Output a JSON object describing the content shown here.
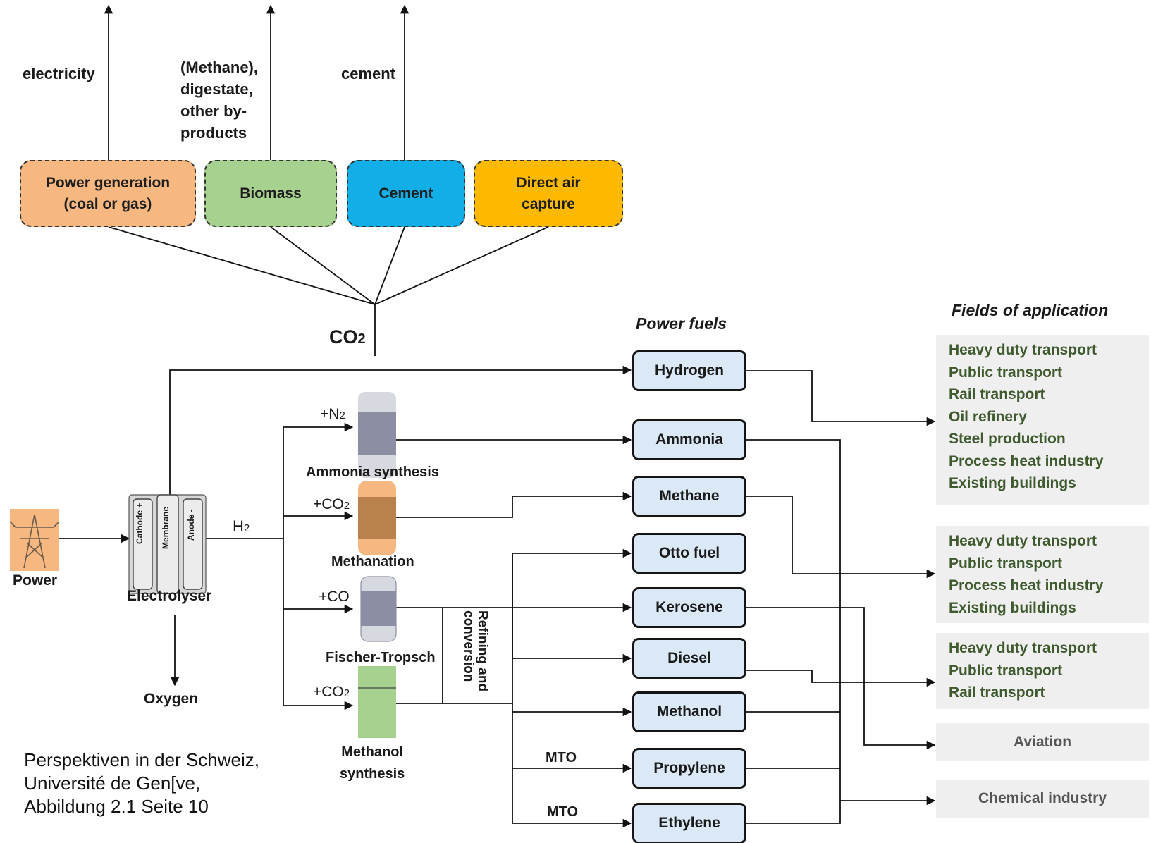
{
  "sources": {
    "power_generation": "Power generation\n(coal or gas)",
    "biomass": "Biomass",
    "cement": "Cement",
    "direct_air_capture": "Direct air\ncapture"
  },
  "by_products": {
    "electricity": "electricity",
    "biomass_out": "(Methane),\ndigestate,\nother by-\nproducts",
    "cement_out": "cement"
  },
  "co2": {
    "main": "CO",
    "sub": "2"
  },
  "power_label": "Power",
  "electrolyser": {
    "label": "Electrolyser",
    "cathode": "Cathode +",
    "membrane": "Membrane",
    "anode": "Anode -",
    "h2": "H",
    "h2_sub": "2",
    "oxygen": "Oxygen"
  },
  "processes": {
    "ammonia": {
      "label": "Ammonia synthesis",
      "input": "+N",
      "input_sub": "2"
    },
    "methanation": {
      "label": "Methanation",
      "input": "+CO",
      "input_sub": "2"
    },
    "fischer_tropsch": {
      "label": "Fischer-Tropsch",
      "input": "+CO"
    },
    "methanol": {
      "label": "Methanol\nsynthesis",
      "input": "+CO",
      "input_sub": "2"
    }
  },
  "refining_label": "Refining and\nconversion",
  "mto_label": "MTO",
  "power_fuels_title": "Power fuels",
  "fuels": [
    "Hydrogen",
    "Ammonia",
    "Methane",
    "Otto fuel",
    "Kerosene",
    "Diesel",
    "Methanol",
    "Propylene",
    "Ethylene"
  ],
  "fields_title": "Fields of application",
  "applications": {
    "group1": [
      "Heavy duty transport",
      "Public transport",
      "Rail transport",
      "Oil refinery",
      "Steel production",
      "Process heat industry",
      "Existing buildings"
    ],
    "group2": [
      "Heavy duty transport",
      "Public transport",
      "Process heat industry",
      "Existing buildings"
    ],
    "group3": [
      "Heavy duty transport",
      "Public transport",
      "Rail transport"
    ],
    "aviation": "Aviation",
    "chemical": "Chemical industry"
  },
  "source_caption": "Perspektiven in der Schweiz,\nUniversité de Gen[ve,\nAbbildung 2.1 Seite 10",
  "colors": {
    "power_generation": "#f6b880",
    "biomass": "#a7d18f",
    "cement": "#12aee8",
    "direct_air_capture": "#fdb900",
    "fuel_box": "#dbe9f7",
    "app_box": "#efefef",
    "app_text": "#3f5a2e"
  }
}
